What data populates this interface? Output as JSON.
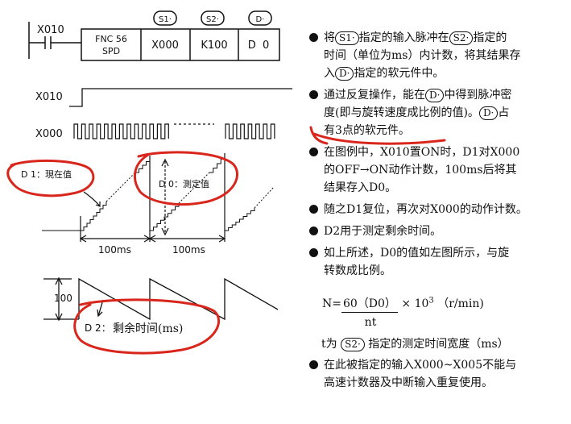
{
  "ladder": {
    "contact": "X010",
    "cells": [
      "FNC 56",
      "SPD",
      "X000",
      "K100",
      "D  0"
    ],
    "operand_tags": [
      "S1·",
      "S2·",
      "D·"
    ]
  },
  "timing": {
    "x010_label": "X010",
    "x000_label": "X000",
    "d1_annotation": "D 1：現在值",
    "d0_annotation": "D 0：測定值",
    "interval_1": "100ms",
    "interval_2": "100ms",
    "value_100": "100",
    "d2_annotation_a": "D 2：",
    "d2_annotation_b": "剩余时间(ms)"
  },
  "text": {
    "b1": [
      "将",
      "S1·",
      "指定的输入脉冲在",
      "S2·",
      "指定的",
      "时间（单位为ms）内计数，将其结果存",
      "入",
      "D·",
      "指定的软元件中。"
    ],
    "b2": [
      "通过反复操作，能在",
      "D·",
      "中得到脉冲密",
      "度(即与旋转速度成比例的值)。",
      "D·",
      "占",
      "有3点的软元件。"
    ],
    "b3": [
      "在图例中，X010置ON时，D1对X000",
      "的OFF→ON动作计数，100ms后将其",
      "结果存入D0。"
    ],
    "b4": "随之D1复位，再次对X000的动作计数。",
    "b5": "D2用于测定剩余时间。",
    "b6": [
      "如上所述，D0的值如左图所示，与旋",
      "转数成比例。"
    ],
    "formula_lhs": "N=",
    "formula_num": "60（D0）",
    "formula_times": "× 10",
    "formula_exp": "3",
    "formula_unit": "（r/min)",
    "formula_den": "nt",
    "tnote_a": "t为",
    "tnote_op": "S2·",
    "tnote_b": "指定的测定时间宽度（ms）",
    "b8": [
      "在此被指定的输入X000~X005不能与",
      "高速计数器及中断输入重复使用。"
    ]
  },
  "colors": {
    "ink": "#111111",
    "markup_red": "#d9261c"
  }
}
